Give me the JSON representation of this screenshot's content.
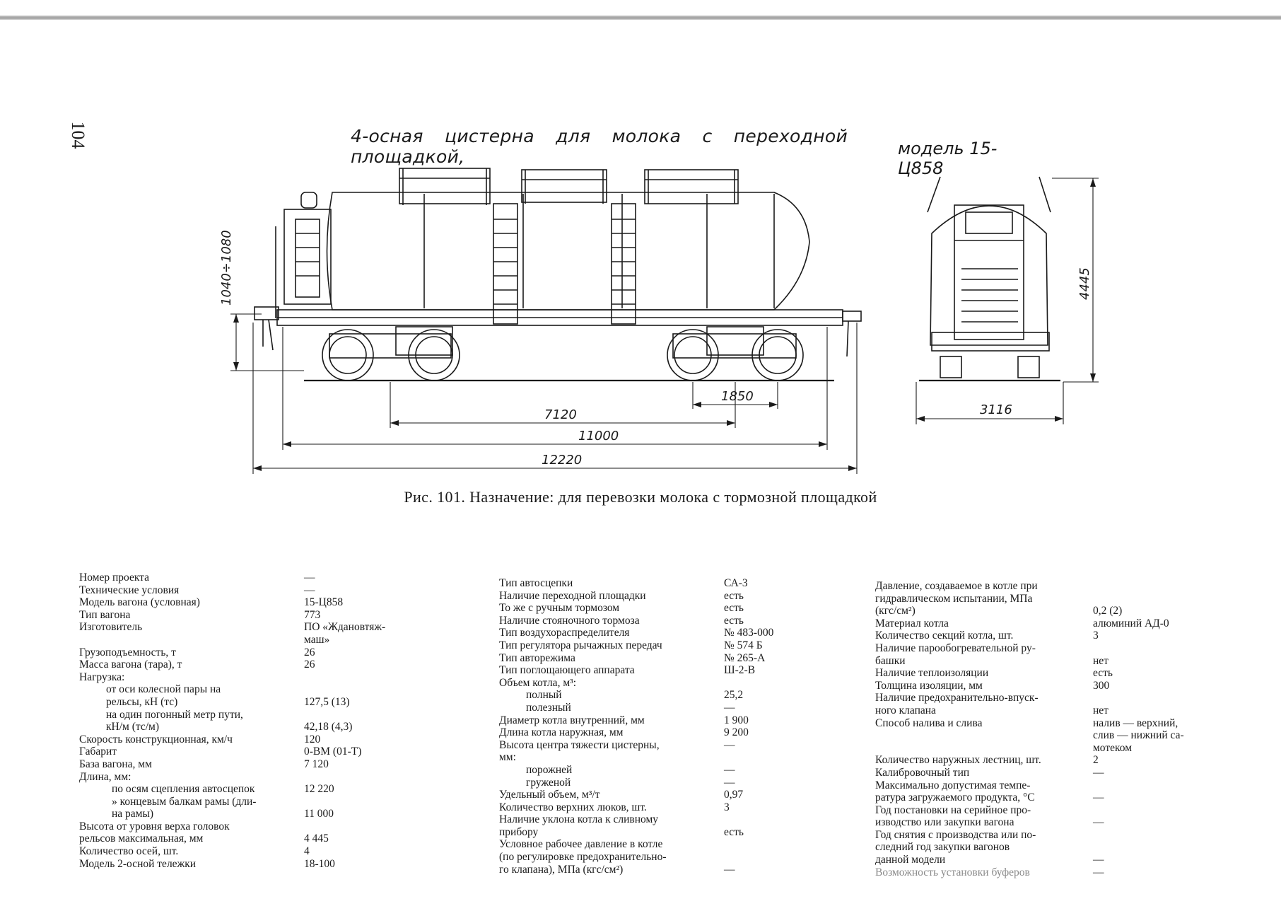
{
  "page_number": "104",
  "drawing": {
    "title": "4-осная цистерна для молока с переходной площадкой,",
    "model": "модель 15-Ц858",
    "dimensions": {
      "height_coupler": "1040÷1080",
      "bogie_wheelbase": "1850",
      "car_base": "7120",
      "frame_length": "11000",
      "coupler_length": "12220",
      "width": "3116",
      "height": "4445"
    }
  },
  "caption": "Рис. 101. Назначение: для перевозки молока с тормозной площадкой",
  "specs": {
    "col1": [
      {
        "label": "Номер проекта",
        "value": "—"
      },
      {
        "label": "Технические условия",
        "value": "—"
      },
      {
        "label": "Модель вагона (условная)",
        "value": "15-Ц858"
      },
      {
        "label": "Тип вагона",
        "value": "773"
      },
      {
        "label": "Изготовитель",
        "value": "ПО «Ждановтяж-"
      },
      {
        "label": "",
        "value": "маш»"
      },
      {
        "label": "Грузоподъемность, т",
        "value": "26"
      },
      {
        "label": "Масса вагона (тара), т",
        "value": "26"
      },
      {
        "label": "Нагрузка:",
        "value": ""
      },
      {
        "label": "от оси колесной пары на",
        "value": ""
      },
      {
        "label": "рельсы, кН (тс)",
        "value": "127,5 (13)"
      },
      {
        "label": "на один погонный метр пути,",
        "value": ""
      },
      {
        "label": "кН/м (тс/м)",
        "value": "42,18 (4,3)"
      },
      {
        "label": "Скорость конструкционная, км/ч",
        "value": "120"
      },
      {
        "label": "Габарит",
        "value": "0-ВМ (01-Т)"
      },
      {
        "label": "База вагона, мм",
        "value": "7 120"
      },
      {
        "label": "Длина, мм:",
        "value": ""
      },
      {
        "label": "по осям сцепления автосцепок",
        "value": "12 220"
      },
      {
        "label": "» концевым балкам рамы (дли-",
        "value": ""
      },
      {
        "label": "на рамы)",
        "value": "11 000"
      },
      {
        "label": "Высота от уровня верха головок",
        "value": ""
      },
      {
        "label": "рельсов максимальная, мм",
        "value": "4 445"
      },
      {
        "label": "Количество осей, шт.",
        "value": "4"
      },
      {
        "label": "Модель 2-осной тележки",
        "value": "18-100"
      }
    ],
    "col2": [
      {
        "label": "Тип автосцепки",
        "value": "СА-3"
      },
      {
        "label": "Наличие переходной площадки",
        "value": "есть"
      },
      {
        "label": "То же с ручным тормозом",
        "value": "есть"
      },
      {
        "label": "Наличие стояночного тормоза",
        "value": "есть"
      },
      {
        "label": "Тип воздухораспределителя",
        "value": "№ 483-000"
      },
      {
        "label": "Тип регулятора рычажных передач",
        "value": "№ 574 Б"
      },
      {
        "label": "Тип авторежима",
        "value": "№ 265-А"
      },
      {
        "label": "Тип поглощающего аппарата",
        "value": "Ш-2-В"
      },
      {
        "label": "Объем котла, м³:",
        "value": ""
      },
      {
        "label": "полный",
        "value": "25,2"
      },
      {
        "label": "полезный",
        "value": "—"
      },
      {
        "label": "Диаметр котла внутренний, мм",
        "value": "1 900"
      },
      {
        "label": "Длина котла наружная, мм",
        "value": "9 200"
      },
      {
        "label": "Высота центра тяжести цистерны,",
        "value": "—"
      },
      {
        "label": "мм:",
        "value": ""
      },
      {
        "label": "порожней",
        "value": "—"
      },
      {
        "label": "груженой",
        "value": "—"
      },
      {
        "label": "Удельный объем, м³/т",
        "value": "0,97"
      },
      {
        "label": "Количество верхних люков, шт.",
        "value": "3"
      },
      {
        "label": "Наличие уклона котла к сливному",
        "value": ""
      },
      {
        "label": "прибору",
        "value": "есть"
      },
      {
        "label": "Условное рабочее давление в котле",
        "value": ""
      },
      {
        "label": "(по регулировке предохранительно-",
        "value": ""
      },
      {
        "label": "го клапана), МПа (кгс/см²)",
        "value": "—"
      }
    ],
    "col3": [
      {
        "label": "Давление, создаваемое в котле при",
        "value": ""
      },
      {
        "label": "гидравлическом испытании, МПа",
        "value": ""
      },
      {
        "label": "(кгс/см²)",
        "value": "0,2 (2)"
      },
      {
        "label": "Материал котла",
        "value": "алюминий АД-0"
      },
      {
        "label": "Количество секций котла, шт.",
        "value": "3"
      },
      {
        "label": "Наличие парообогревательной ру-",
        "value": ""
      },
      {
        "label": "башки",
        "value": "нет"
      },
      {
        "label": "Наличие теплоизоляции",
        "value": "есть"
      },
      {
        "label": "Толщина изоляции, мм",
        "value": "300"
      },
      {
        "label": "Наличие предохранительно-впуск-",
        "value": ""
      },
      {
        "label": "ного клапана",
        "value": "нет"
      },
      {
        "label": "Способ налива и слива",
        "value": "налив — верхний,"
      },
      {
        "label": "",
        "value": "слив — нижний са-"
      },
      {
        "label": "",
        "value": "мотеком"
      },
      {
        "label": "Количество наружных лестниц, шт.",
        "value": "2"
      },
      {
        "label": "Калибровочный тип",
        "value": "—"
      },
      {
        "label": "Максимально допустимая темпе-",
        "value": ""
      },
      {
        "label": "ратура загружаемого продукта, °С",
        "value": "—"
      },
      {
        "label": "Год постановки на серийное про-",
        "value": ""
      },
      {
        "label": "изводство или закупки вагона",
        "value": "—"
      },
      {
        "label": "Год снятия с производства или по-",
        "value": ""
      },
      {
        "label": "следний год закупки вагонов",
        "value": ""
      },
      {
        "label": "данной модели",
        "value": "—"
      },
      {
        "label": "Возможность установки буферов",
        "value": "—"
      }
    ]
  }
}
